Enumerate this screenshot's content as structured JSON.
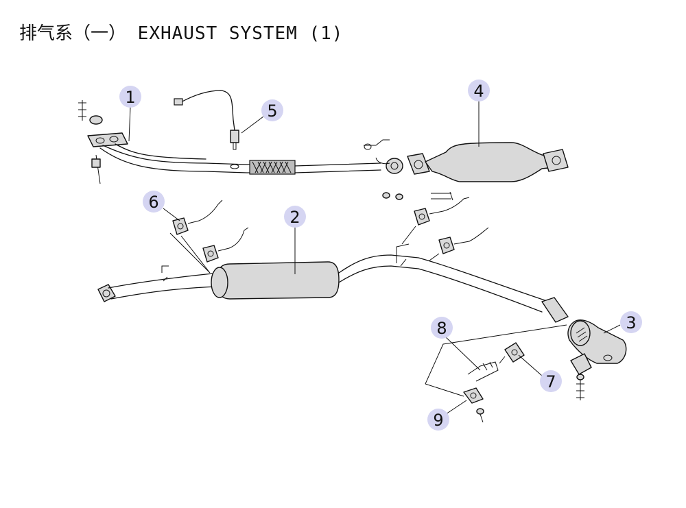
{
  "title": {
    "chinese": "排气系（一）",
    "english": "EXHAUST SYSTEM (1)"
  },
  "callouts": [
    "1",
    "2",
    "3",
    "4",
    "5",
    "6",
    "7",
    "8",
    "9"
  ]
}
